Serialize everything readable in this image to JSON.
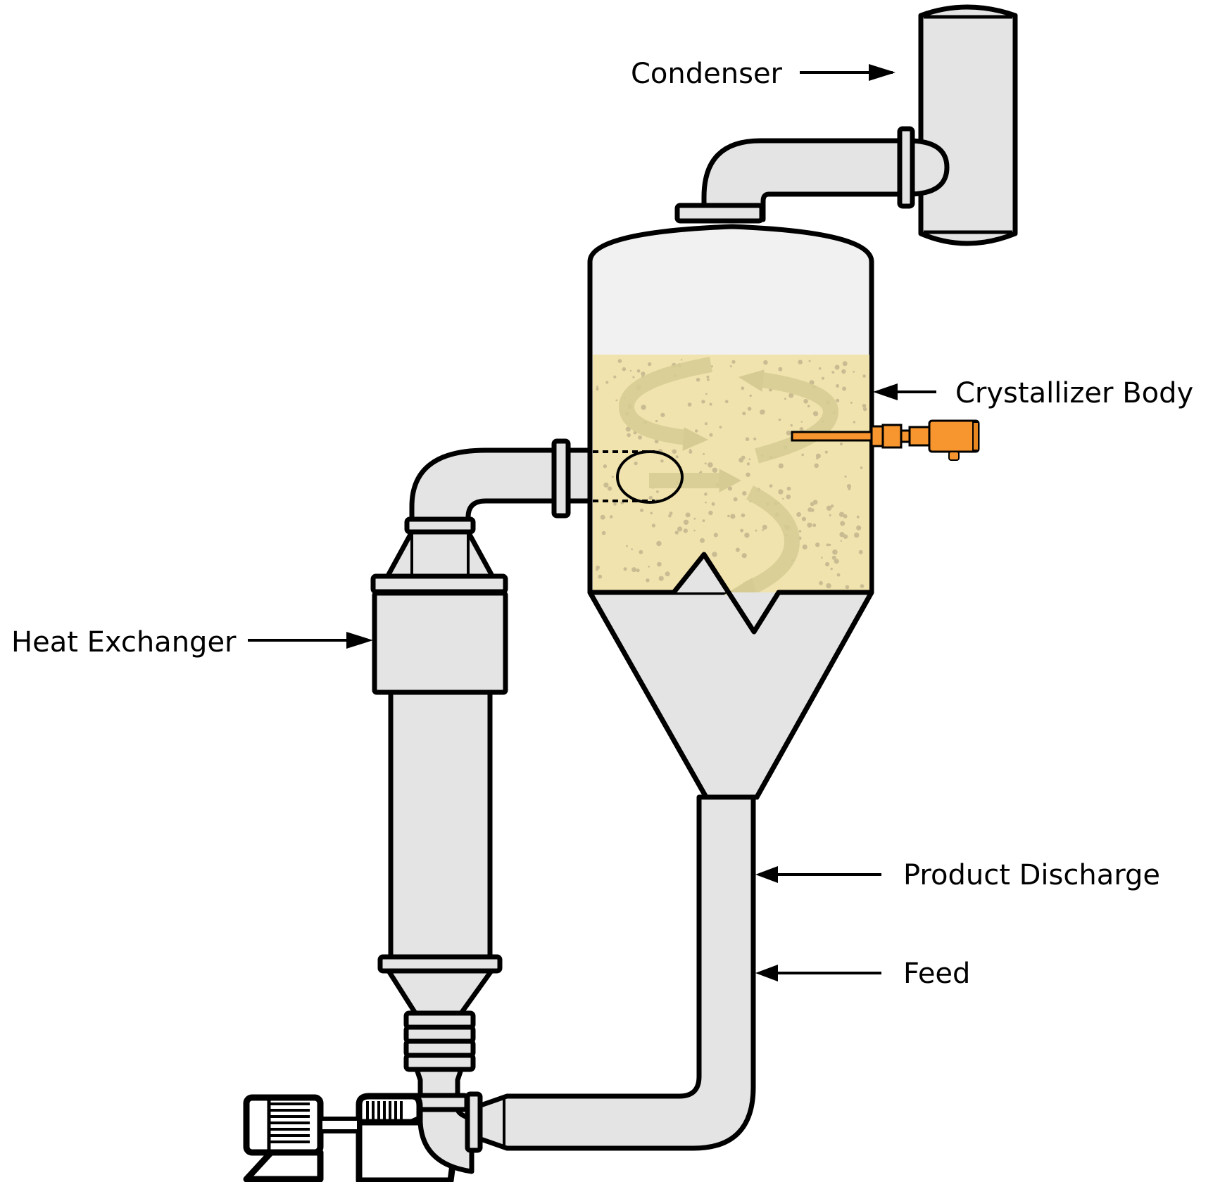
{
  "diagram": {
    "title": "Forced Circulation Crystallizer",
    "labels": {
      "condenser": "Condenser",
      "crystallizer_body": "Crystallizer Body",
      "heat_exchanger": "Heat Exchanger",
      "product_discharge": "Product Discharge",
      "feed": "Feed"
    },
    "components": [
      {
        "id": "condenser",
        "name": "Condenser"
      },
      {
        "id": "vapor-line",
        "name": "Vapor Line"
      },
      {
        "id": "crystallizer-body",
        "name": "Crystallizer Body"
      },
      {
        "id": "slurry",
        "name": "Crystal Slurry"
      },
      {
        "id": "level-sensor",
        "name": "Level / Process Sensor"
      },
      {
        "id": "heat-exchanger",
        "name": "Heat Exchanger"
      },
      {
        "id": "circulation-pump",
        "name": "Circulation Pump"
      },
      {
        "id": "pump-motor",
        "name": "Pump Motor"
      },
      {
        "id": "return-pipe",
        "name": "Return Pipe"
      }
    ],
    "colors": {
      "equipment_fill": "#e4e4e4",
      "vessel_head_fill": "#f1f1f1",
      "slurry_fill": "#f1e3ad",
      "slurry_particles": "#c9bc93",
      "flow_arrows": "#d6cc93",
      "sensor_orange": "#f7962e",
      "outline": "#000000"
    }
  }
}
